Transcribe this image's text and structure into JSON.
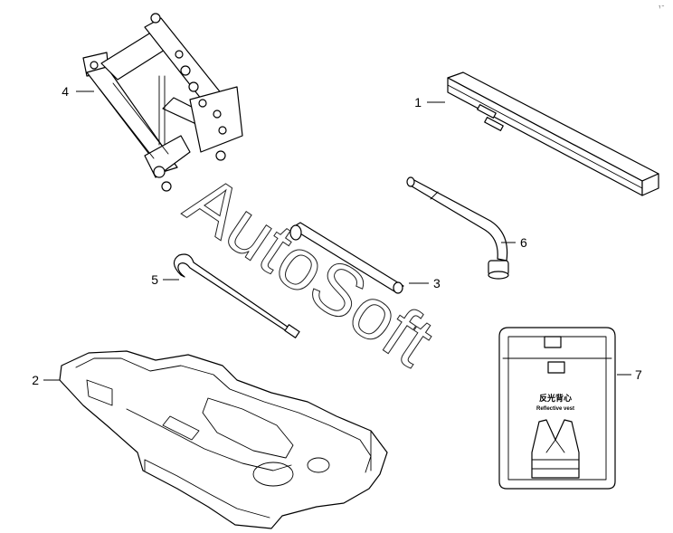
{
  "callouts": [
    {
      "id": "jack",
      "label": "4"
    },
    {
      "id": "wrench-bar",
      "label": "1"
    },
    {
      "id": "lug-wrench",
      "label": "6"
    },
    {
      "id": "hook-rod",
      "label": "5"
    },
    {
      "id": "socket-adapter",
      "label": "3"
    },
    {
      "id": "foam-tray",
      "label": "2"
    },
    {
      "id": "vest-bag",
      "label": "7"
    }
  ],
  "vest_bag": {
    "title_cn": "反光背心",
    "title_en": "Reflective vest"
  },
  "watermark": "AutoSoft",
  "corner_mark": "┐−",
  "colors": {
    "line": "#000000",
    "background": "#ffffff"
  }
}
